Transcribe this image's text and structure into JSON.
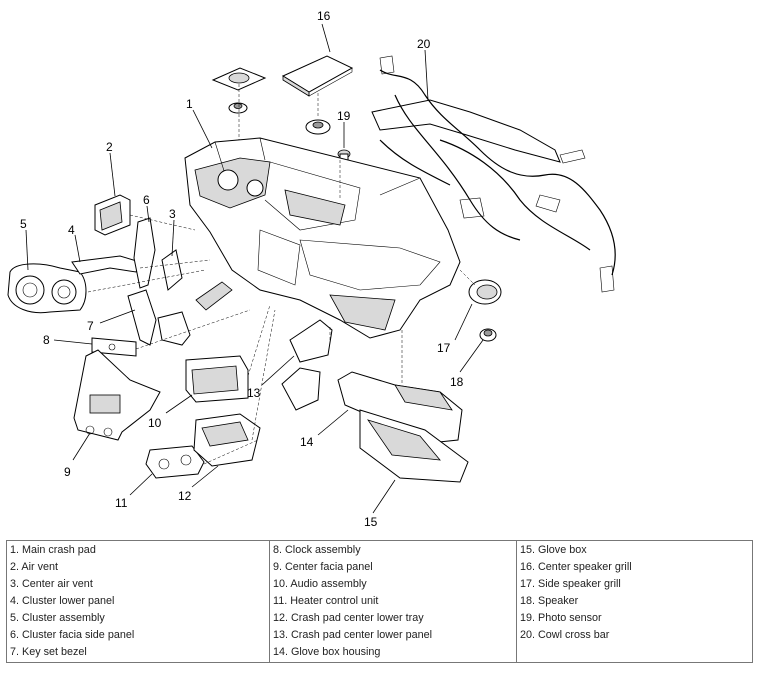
{
  "callouts": [
    "1",
    "2",
    "3",
    "4",
    "5",
    "6",
    "7",
    "8",
    "9",
    "10",
    "11",
    "12",
    "13",
    "14",
    "15",
    "16",
    "17",
    "18",
    "19",
    "20"
  ],
  "legend": {
    "col1": [
      "1. Main crash pad",
      "2. Air vent",
      "3. Center air vent",
      "4. Cluster lower panel",
      "5. Cluster assembly",
      "6. Cluster facia side panel",
      "7. Key set bezel"
    ],
    "col2": [
      "8. Clock assembly",
      "9. Center facia panel",
      "10. Audio assembly",
      "11. Heater control unit",
      "12. Crash pad center lower tray",
      "13. Crash pad center lower panel",
      "14. Glove box housing"
    ],
    "col3": [
      "15. Glove box",
      "16. Center speaker grill",
      "17. Side speaker grill",
      "18. Speaker",
      "19. Photo sensor",
      "20. Cowl cross bar"
    ]
  }
}
